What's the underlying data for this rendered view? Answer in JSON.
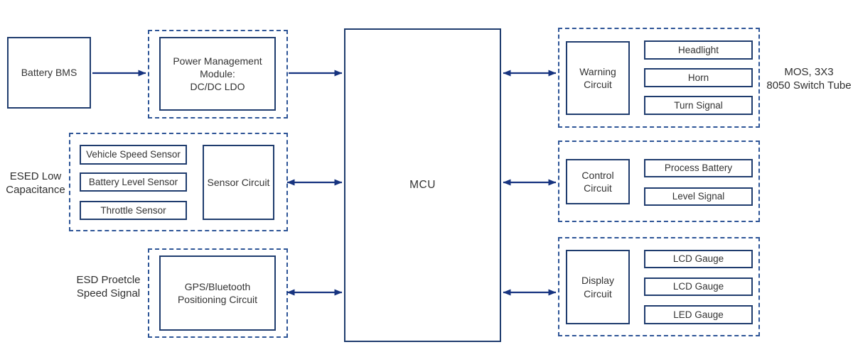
{
  "colors": {
    "solid_border": "#1f3c6e",
    "dashed_border": "#2e5597",
    "arrow": "#16337f",
    "text": "#333333",
    "background": "#ffffff"
  },
  "nodes": {
    "battery": "Battery BMS",
    "power_module": "Power Management\nModule:\nDC/DC LDO",
    "mcu": "MCU"
  },
  "sensor_group": {
    "outside_label": "ESED Low\nCapacitance",
    "items": [
      "Vehicle Speed Sensor",
      "Battery Level Sensor",
      "Throttle Sensor"
    ],
    "circuit": "Sensor Circuit"
  },
  "gps_group": {
    "outside_label": "ESD Proetcle\nSpeed Signal",
    "circuit": "GPS/Bluetooth\nPositioning Circuit"
  },
  "warning_group": {
    "circuit": "Warning\nCircuit",
    "items": [
      "Headlight",
      "Horn",
      "Turn Signal"
    ],
    "outside_label": "MOS, 3X3\n8050 Switch Tube"
  },
  "control_group": {
    "circuit": "Control\nCircuit",
    "items": [
      "Process Battery",
      "Level Signal"
    ]
  },
  "display_group": {
    "circuit": "Display\nCircuit",
    "items": [
      "LCD Gauge",
      "LCD Gauge",
      "LED Gauge"
    ]
  }
}
